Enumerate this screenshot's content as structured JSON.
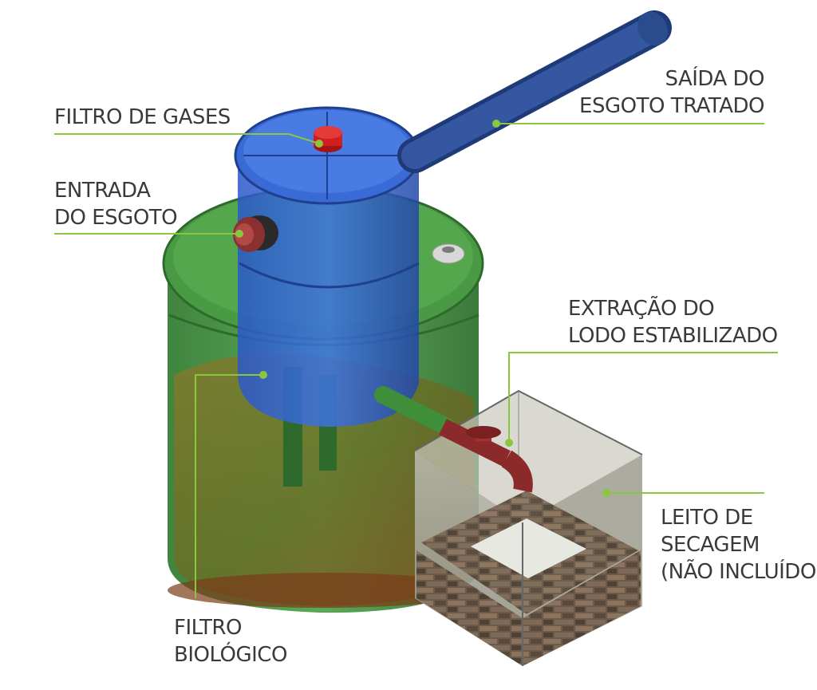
{
  "labels": {
    "filtro_gases": [
      "FILTRO DE GASES"
    ],
    "entrada_esgoto": [
      "ENTRADA",
      "DO ESGOTO"
    ],
    "saida_esgoto": [
      "SAÍDA DO",
      "ESGOTO TRATADO"
    ],
    "extracao_lodo": [
      "EXTRAÇÃO DO",
      "LODO ESTABILIZADO"
    ],
    "leito_secagem": [
      "LEITO DE",
      "SECAGEM",
      "(NÃO INCLUÍDO)"
    ],
    "filtro_biologico": [
      "FILTRO",
      "BIOLÓGICO"
    ]
  },
  "colors": {
    "leader_line": "#8cc63f",
    "tank_green": "#3f8f3a",
    "tank_blue": "#2f5fbf",
    "hose_blue": "#2b4c8c",
    "valve_red": "#8b2a2a",
    "text": "#3a3a3a"
  }
}
